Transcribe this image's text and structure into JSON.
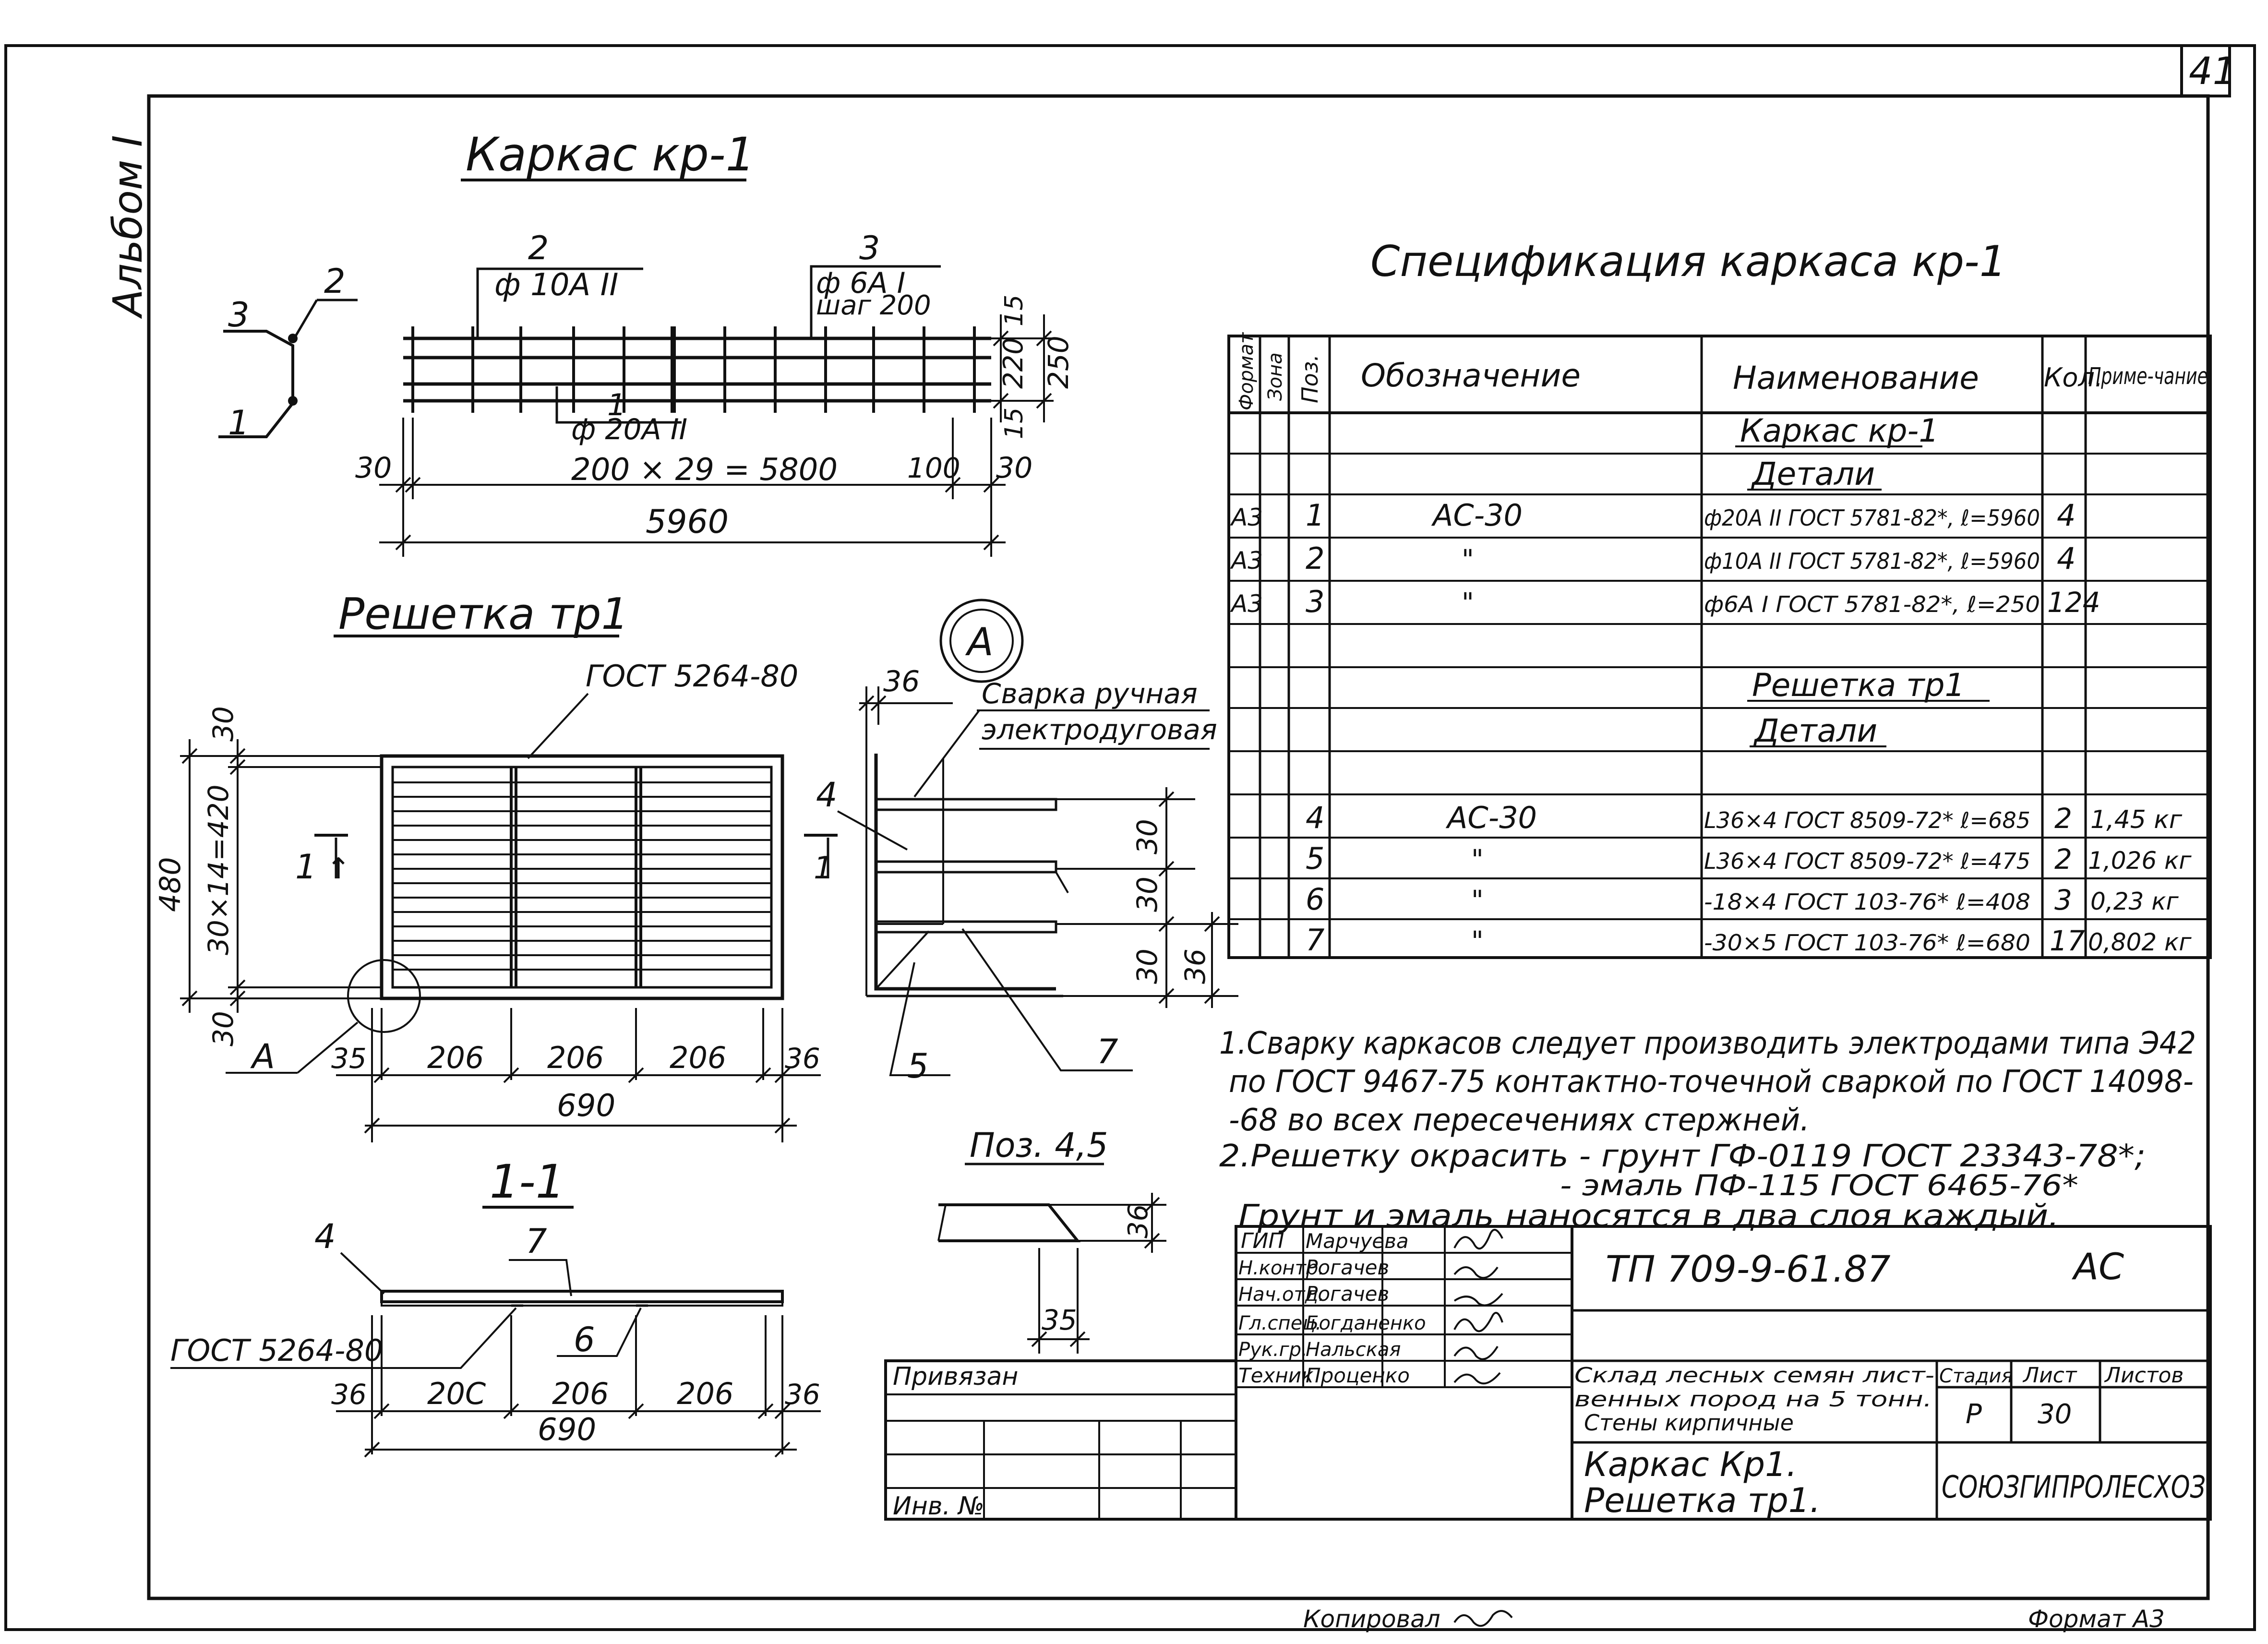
{
  "sheet": {
    "sheet_number": "41",
    "album_label": "Альбом I",
    "copied_by": "Копировал",
    "format_label": "Формат А3"
  },
  "karkas": {
    "title": "Каркас кр-1",
    "pos2": "2",
    "pos3": "3",
    "pos1": "1",
    "bar2_label": "ф 10А II",
    "bar3_label": "ф 6А I",
    "step_label": "шаг 200",
    "bar1_label": "ф 20А II",
    "spacing_label": "200 × 29 = 5800",
    "dim_30_left": "30",
    "dim_100": "100",
    "dim_30_right": "30",
    "dim_total": "5960",
    "dim_15_top": "15",
    "dim_220": "220",
    "dim_250": "250",
    "dim_15_bottom": "15"
  },
  "reshetka": {
    "title": "Решетка тр1",
    "gost": "ГОСТ 5264-80",
    "dim_30_top": "30",
    "dim_480": "480",
    "dim_420": "30×14=420",
    "dim_30_bottom": "30",
    "section_mark": "1",
    "detail_callout": "А",
    "dim_35": "35",
    "dim_206_a": "206",
    "dim_206_b": "206",
    "dim_206_c": "206",
    "dim_36": "36",
    "dim_690": "690"
  },
  "detail_a": {
    "circle_label": "А",
    "dim_36_top": "36",
    "weld_note_1": "Сварка ручная",
    "weld_note_2": "электродуговая",
    "pos4": "4",
    "pos5": "5",
    "pos7": "7",
    "section_mark": "1",
    "dim_30_a": "30",
    "dim_30_b": "30",
    "dim_30_c": "30",
    "dim_36_side": "36"
  },
  "section_1_1": {
    "title": "1-1",
    "pos4": "4",
    "pos7": "7",
    "pos6": "6",
    "gost": "ГОСТ 5264-80",
    "dim_36_left": "36",
    "dim_206_a": "20С",
    "dim_206_b": "206",
    "dim_206_c": "206",
    "dim_36_right": "36",
    "dim_690": "690"
  },
  "poz45": {
    "title": "Поз. 4,5",
    "dim_36_v": "36",
    "dim_35_h": "35"
  },
  "spec": {
    "title": "Спецификация каркаса кр-1",
    "headers": {
      "format": "Формат",
      "zone": "Зона",
      "pos": "Поз.",
      "designation": "Обозначение",
      "name": "Наименование",
      "qty": "Кол.",
      "note": "Приме-чание"
    },
    "rows": [
      {
        "format": "",
        "pos": "",
        "designation": "",
        "name": "Каркас кр-1",
        "qty": "",
        "note": "",
        "heading": true
      },
      {
        "format": "",
        "pos": "",
        "designation": "",
        "name": "Детали",
        "qty": "",
        "note": "",
        "heading": true
      },
      {
        "format": "А3",
        "pos": "1",
        "designation": "АС-30",
        "name": "ф20А II ГОСТ 5781-82*, ℓ=5960",
        "qty": "4",
        "note": ""
      },
      {
        "format": "А3",
        "pos": "2",
        "designation": "\"",
        "name": "ф10А II ГОСТ 5781-82*, ℓ=5960",
        "qty": "4",
        "note": ""
      },
      {
        "format": "А3",
        "pos": "3",
        "designation": "\"",
        "name": "ф6А I ГОСТ 5781-82*, ℓ=250",
        "qty": "124",
        "note": ""
      },
      {
        "format": "",
        "pos": "",
        "designation": "",
        "name": "",
        "qty": "",
        "note": ""
      },
      {
        "format": "",
        "pos": "",
        "designation": "",
        "name": "Решетка тр1",
        "qty": "",
        "note": "",
        "heading": true
      },
      {
        "format": "",
        "pos": "",
        "designation": "",
        "name": "Детали",
        "qty": "",
        "note": "",
        "heading": true
      },
      {
        "format": "",
        "pos": "",
        "designation": "",
        "name": "",
        "qty": "",
        "note": ""
      },
      {
        "format": "",
        "pos": "4",
        "designation": "АС-30",
        "name": "L36×4 ГОСТ 8509-72* ℓ=685",
        "qty": "2",
        "note": "1,45 кг"
      },
      {
        "format": "",
        "pos": "5",
        "designation": "\"",
        "name": "L36×4 ГОСТ 8509-72* ℓ=475",
        "qty": "2",
        "note": "1,026 кг"
      },
      {
        "format": "",
        "pos": "6",
        "designation": "\"",
        "name": "-18×4 ГОСТ 103-76* ℓ=408",
        "qty": "3",
        "note": "0,23 кг"
      },
      {
        "format": "",
        "pos": "7",
        "designation": "\"",
        "name": "-30×5 ГОСТ 103-76* ℓ=680",
        "qty": "17",
        "note": "0,802 кг"
      }
    ]
  },
  "notes": {
    "line1": "1.Сварку каркасов следует производить электродами типа Э42",
    "line2": "по ГОСТ 9467-75 контактно-точечной сваркой по ГОСТ 14098-",
    "line3": "-68 во всех пересечениях стержней.",
    "line4": "2.Решетку окрасить - грунт ГФ-0119 ГОСТ 23343-78*;",
    "line5": "- эмаль ПФ-115 ГОСТ 6465-76*",
    "line6": "Грунт и эмаль наносятся в два слоя каждый."
  },
  "stamp": {
    "roles": [
      {
        "role": "ГИП",
        "name": "Марчуева"
      },
      {
        "role": "Н.контр.",
        "name": "Рогачев"
      },
      {
        "role": "Нач.отд.",
        "name": "Рогачев"
      },
      {
        "role": "Гл.спец.",
        "name": "Богданенко"
      },
      {
        "role": "Рук.гр.",
        "name": "Нальская"
      },
      {
        "role": "Техник",
        "name": "Проценко"
      }
    ],
    "project_code": "ТП 709-9-61.87",
    "mark": "АС",
    "object_1": "Склад лесных семян лист-",
    "object_2": "венных пород на 5 тонн.",
    "object_3": "Стены кирпичные",
    "stage_header": "Стадия",
    "sheet_header": "Лист",
    "sheets_header": "Листов",
    "stage_value": "Р",
    "sheet_value": "30",
    "sheets_value": "",
    "drawing_title_1": "Каркас Кр1.",
    "drawing_title_2": "Решетка тр1.",
    "organization": "СОЮЗГИПРОЛЕСХОЗ",
    "privyazan": "Привязан",
    "inv_no": "Инв. №"
  }
}
